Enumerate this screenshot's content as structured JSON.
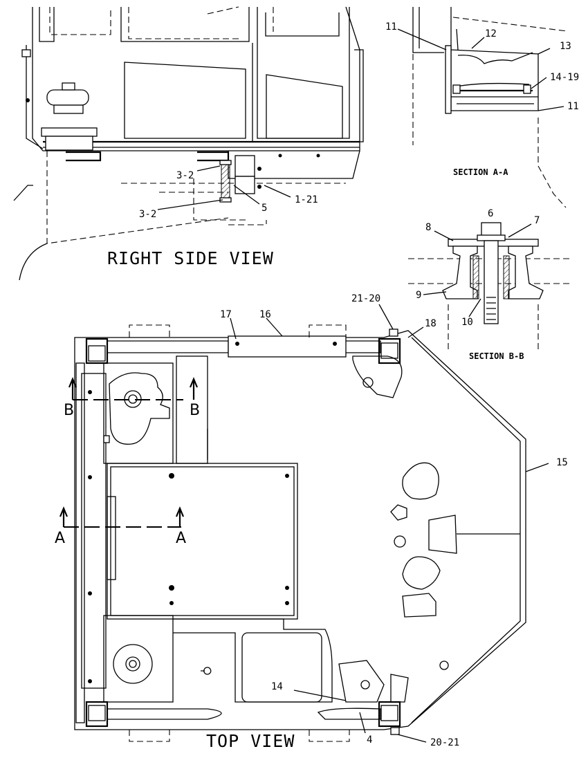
{
  "views": {
    "right_side": "RIGHT SIDE VIEW",
    "top": "TOP VIEW",
    "section_a": "SECTION A-A",
    "section_b": "SECTION B-B"
  },
  "section_marks": {
    "b": "B",
    "a": "A"
  },
  "callouts": {
    "c_11_top": "11",
    "c_12": "12",
    "c_13": "13",
    "c_14_19": "14-19",
    "c_11_side": "11",
    "c_3_2_upper": "3-2",
    "c_3_2_lower": "3-2",
    "c_5": "5",
    "c_1_21": "1-21",
    "c_6": "6",
    "c_7": "7",
    "c_8": "8",
    "c_9": "9",
    "c_10": "10",
    "c_17": "17",
    "c_16": "16",
    "c_21_20": "21-20",
    "c_18": "18",
    "c_15": "15",
    "c_14": "14",
    "c_4": "4",
    "c_20_21": "20-21"
  }
}
